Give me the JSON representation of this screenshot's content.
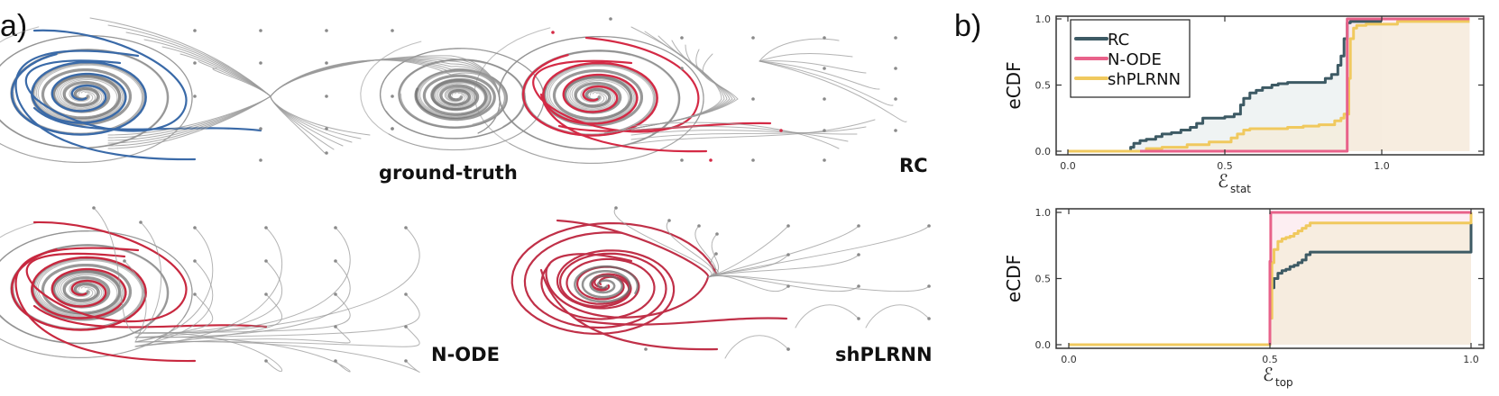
{
  "figure": {
    "panel_a_label": "a)",
    "panel_b_label": "b)"
  },
  "portraits": [
    {
      "id": "ground-truth",
      "label": "ground-truth",
      "highlight_color": "#3a6aa8",
      "type": "bistable-two-spirals"
    },
    {
      "id": "rc",
      "label": "RC",
      "highlight_color": "#d42a45",
      "type": "spiral-plus-spurious-node"
    },
    {
      "id": "n-ode",
      "label": "N-ODE",
      "highlight_color": "#c8283f",
      "type": "single-spiral"
    },
    {
      "id": "shplrnn",
      "label": "shPLRNN",
      "highlight_color": "#c03048",
      "type": "spiral-plus-saddle-fan"
    }
  ],
  "colors": {
    "RC": "#3d5a64",
    "N-ODE": "#e8628a",
    "shPLRNN": "#f0c95e",
    "RC_fill": "#e9efef",
    "NODE_fill": "#fce8ee",
    "shPLRNN_fill": "#f4ecd9",
    "overlap_fill": "#eee1dc",
    "streamline": "#9a9a9a",
    "axis": "#333333"
  },
  "chart_data": [
    {
      "type": "line",
      "subtype": "step-ecdf",
      "title": "",
      "xlabel": "E_stat",
      "xlabel_main": "ℰ",
      "xlabel_sub": "stat",
      "ylabel": "eCDF",
      "xlim": [
        -0.03,
        1.33
      ],
      "ylim": [
        -0.03,
        1.03
      ],
      "xticks": [
        0.0,
        0.5,
        1.0
      ],
      "xtick_labels": [
        "0.0",
        "0.5",
        "1.0"
      ],
      "yticks": [
        0.0,
        0.5,
        1.0
      ],
      "ytick_labels": [
        "0.0",
        "0.5",
        "1.0"
      ],
      "grid": false,
      "legend": {
        "position": "upper-left",
        "entries": [
          "RC",
          "N-ODE",
          "shPLRNN"
        ]
      },
      "series": [
        {
          "name": "RC",
          "x": [
            0.0,
            0.2,
            0.2,
            0.21,
            0.23,
            0.25,
            0.28,
            0.3,
            0.33,
            0.36,
            0.39,
            0.41,
            0.43,
            0.45,
            0.48,
            0.5,
            0.53,
            0.55,
            0.56,
            0.58,
            0.6,
            0.62,
            0.65,
            0.67,
            0.7,
            0.75,
            0.8,
            0.82,
            0.84,
            0.86,
            0.87,
            0.88,
            0.89,
            0.9,
            1.0
          ],
          "y": [
            0.0,
            0.0,
            0.03,
            0.06,
            0.08,
            0.09,
            0.11,
            0.13,
            0.14,
            0.16,
            0.18,
            0.21,
            0.25,
            0.25,
            0.25,
            0.26,
            0.28,
            0.35,
            0.4,
            0.44,
            0.46,
            0.48,
            0.5,
            0.51,
            0.52,
            0.52,
            0.52,
            0.55,
            0.58,
            0.65,
            0.72,
            0.85,
            0.97,
            0.98,
            0.98
          ]
        },
        {
          "name": "N-ODE",
          "x": [
            0.23,
            0.872,
            0.89,
            1.28
          ],
          "y": [
            0.0,
            0.0,
            1.0,
            1.0
          ]
        },
        {
          "name": "shPLRNN",
          "x": [
            0.0,
            0.22,
            0.25,
            0.3,
            0.38,
            0.45,
            0.52,
            0.54,
            0.56,
            0.58,
            0.62,
            0.7,
            0.75,
            0.8,
            0.85,
            0.87,
            0.88,
            0.895,
            0.9,
            0.91,
            0.92,
            0.95,
            1.0,
            1.05,
            1.28
          ],
          "y": [
            0.0,
            0.0,
            0.02,
            0.03,
            0.05,
            0.07,
            0.1,
            0.13,
            0.16,
            0.17,
            0.17,
            0.18,
            0.19,
            0.2,
            0.23,
            0.25,
            0.28,
            0.55,
            0.85,
            0.93,
            0.95,
            0.96,
            0.96,
            0.98,
            0.98
          ]
        }
      ]
    },
    {
      "type": "line",
      "subtype": "step-ecdf",
      "title": "",
      "xlabel": "E_top",
      "xlabel_main": "ℰ",
      "xlabel_sub": "top",
      "ylabel": "eCDF",
      "xlim": [
        -0.03,
        1.03
      ],
      "ylim": [
        -0.03,
        1.03
      ],
      "xticks": [
        0.0,
        0.5,
        1.0
      ],
      "xtick_labels": [
        "0.0",
        "0.5",
        "1.0"
      ],
      "yticks": [
        0.0,
        0.5,
        1.0
      ],
      "ytick_labels": [
        "0.0",
        "0.5",
        "1.0"
      ],
      "grid": false,
      "series": [
        {
          "name": "RC",
          "x": [
            0.0,
            0.5,
            0.5,
            0.51,
            0.52,
            0.53,
            0.54,
            0.55,
            0.56,
            0.57,
            0.58,
            0.59,
            0.6,
            0.98,
            1.0
          ],
          "y": [
            0.0,
            0.0,
            0.43,
            0.5,
            0.54,
            0.56,
            0.57,
            0.59,
            0.6,
            0.62,
            0.64,
            0.68,
            0.7,
            0.7,
            1.0
          ]
        },
        {
          "name": "N-ODE",
          "x": [
            0.5,
            0.5,
            0.502,
            1.0
          ],
          "y": [
            0.0,
            0.63,
            1.0,
            1.0
          ]
        },
        {
          "name": "shPLRNN",
          "x": [
            0.0,
            0.49,
            0.5,
            0.505,
            0.51,
            0.52,
            0.53,
            0.54,
            0.55,
            0.56,
            0.57,
            0.58,
            0.59,
            0.6,
            0.98,
            1.0
          ],
          "y": [
            0.0,
            0.0,
            0.2,
            0.62,
            0.72,
            0.78,
            0.8,
            0.81,
            0.82,
            0.84,
            0.86,
            0.88,
            0.9,
            0.92,
            0.92,
            1.0
          ]
        }
      ]
    }
  ]
}
